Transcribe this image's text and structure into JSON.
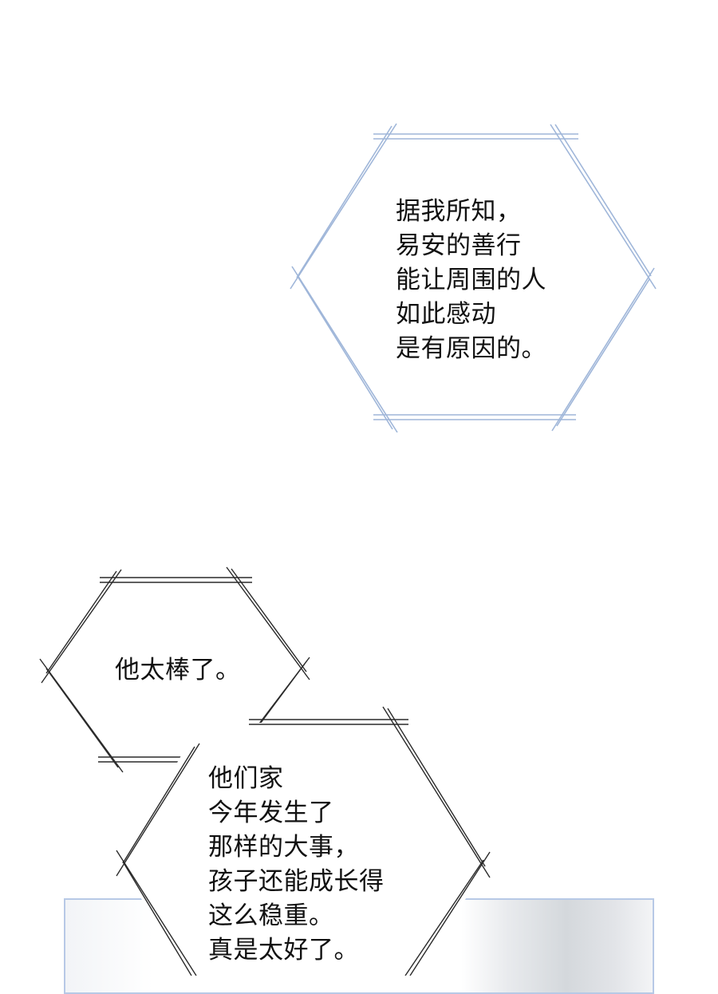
{
  "bubbles": [
    {
      "id": "narration-1",
      "lines": [
        "据我所知，",
        "易安的善行",
        "能让周围的人",
        "如此感动",
        "是有原因的。"
      ],
      "color": "#8fa8cf"
    },
    {
      "id": "dialogue-1",
      "lines": [
        "他太棒了。"
      ],
      "color": "#222222"
    },
    {
      "id": "dialogue-2",
      "lines": [
        "他们家",
        "今年发生了",
        "那样的大事，",
        "孩子还能成长得",
        "这么稳重。",
        "真是太好了。"
      ],
      "color": "#222222"
    }
  ],
  "panel_border_color": "#b7c9e6"
}
